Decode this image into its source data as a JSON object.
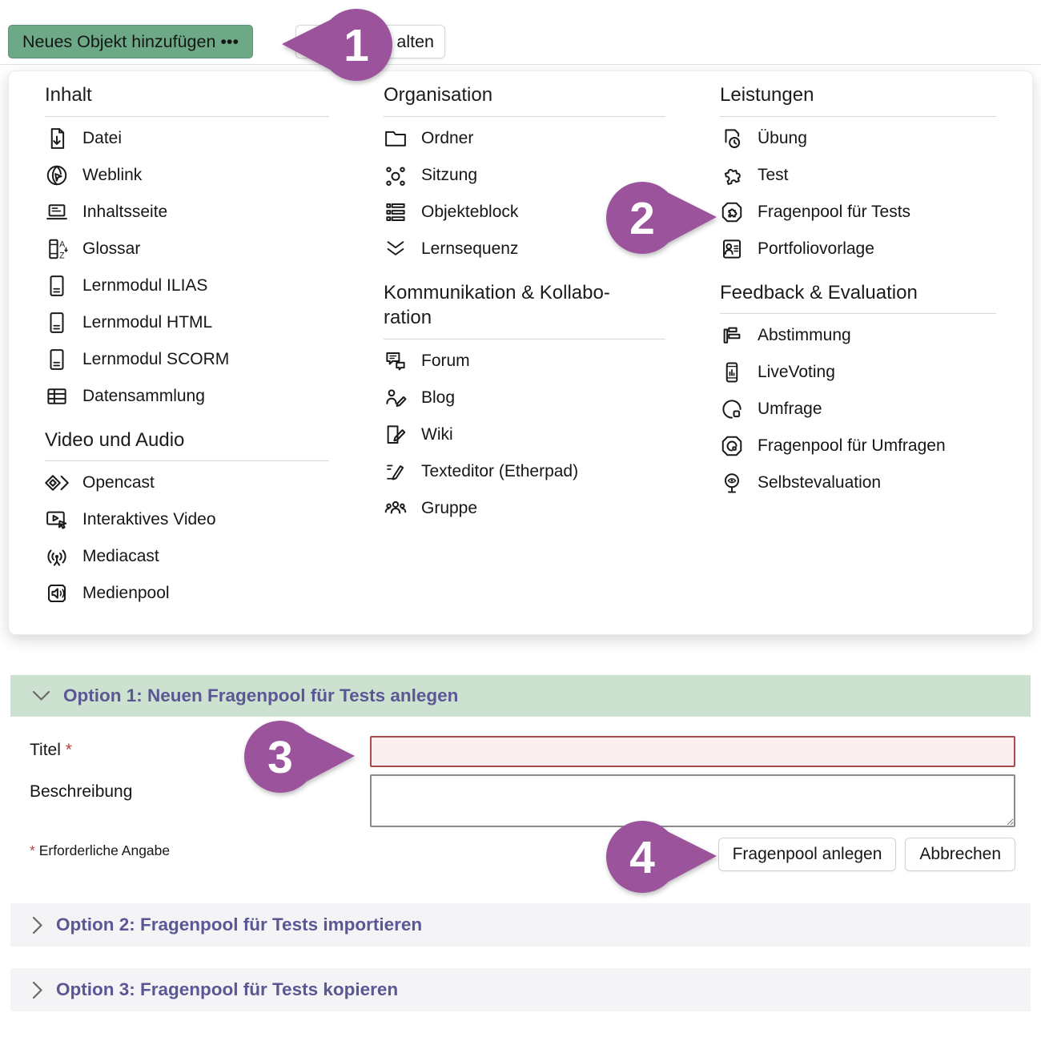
{
  "toolbar": {
    "add_button_label": "Neues Objekt hinzufügen •••",
    "secondary_button_visible_label": "alten"
  },
  "menu": {
    "inhalt": {
      "title": "Inhalt",
      "items": [
        {
          "label": "Datei",
          "icon": "file-download-icon"
        },
        {
          "label": "Weblink",
          "icon": "globe-icon"
        },
        {
          "label": "Inhaltsseite",
          "icon": "laptop-page-icon"
        },
        {
          "label": "Glossar",
          "icon": "glossary-az-icon"
        },
        {
          "label": "Lernmodul ILIAS",
          "icon": "learning-module-icon"
        },
        {
          "label": "Lernmodul HTML",
          "icon": "learning-module-icon"
        },
        {
          "label": "Lernmodul SCORM",
          "icon": "learning-module-icon"
        },
        {
          "label": "Datensammlung",
          "icon": "data-table-icon"
        }
      ]
    },
    "video": {
      "title": "Video und Audio",
      "items": [
        {
          "label": "Opencast",
          "icon": "opencast-diamond-icon"
        },
        {
          "label": "Interaktives Video",
          "icon": "interactive-video-icon"
        },
        {
          "label": "Mediacast",
          "icon": "broadcast-icon"
        },
        {
          "label": "Medienpool",
          "icon": "media-pool-speaker-icon"
        }
      ]
    },
    "organisation": {
      "title": "Organisation",
      "items": [
        {
          "label": "Ordner",
          "icon": "folder-icon"
        },
        {
          "label": "Sitzung",
          "icon": "session-network-icon"
        },
        {
          "label": "Objekteblock",
          "icon": "item-block-icon"
        },
        {
          "label": "Lernsequenz",
          "icon": "double-chevron-down-icon"
        }
      ]
    },
    "kommunikation": {
      "title": "Kommunikation & Kollabo­ration",
      "items": [
        {
          "label": "Forum",
          "icon": "forum-bubbles-icon"
        },
        {
          "label": "Blog",
          "icon": "blog-person-pencil-icon"
        },
        {
          "label": "Wiki",
          "icon": "wiki-page-pencil-icon"
        },
        {
          "label": "Texteditor (Etherpad)",
          "icon": "text-editor-pencil-icon"
        },
        {
          "label": "Gruppe",
          "icon": "group-people-icon"
        }
      ]
    },
    "leistungen": {
      "title": "Leistungen",
      "items": [
        {
          "label": "Übung",
          "icon": "exercise-clock-icon"
        },
        {
          "label": "Test",
          "icon": "puzzle-icon"
        },
        {
          "label": "Fragenpool für Tests",
          "icon": "puzzle-pool-icon"
        },
        {
          "label": "Portfoliovorlage",
          "icon": "portfolio-template-icon"
        }
      ]
    },
    "feedback": {
      "title": "Feedback & Evaluation",
      "items": [
        {
          "label": "Abstimmung",
          "icon": "poll-bars-icon"
        },
        {
          "label": "LiveVoting",
          "icon": "live-voting-phone-icon"
        },
        {
          "label": "Umfrage",
          "icon": "survey-pie-icon"
        },
        {
          "label": "Fragenpool für Umfragen",
          "icon": "survey-pool-icon"
        },
        {
          "label": "Selbstevaluation",
          "icon": "self-evaluation-eye-icon"
        }
      ]
    }
  },
  "callouts": {
    "c1": "1",
    "c2": "2",
    "c3": "3",
    "c4": "4"
  },
  "form": {
    "option1_title": "Option 1: Neuen Fragenpool für Tests anlegen",
    "title_label": "Titel",
    "required_marker": "*",
    "title_value": "",
    "description_label": "Beschreibung",
    "description_value": "",
    "required_note": "Erforderliche Angabe",
    "create_button_label": "Fragenpool anlegen",
    "cancel_button_label": "Abbrechen",
    "option2_title": "Option 2: Fragenpool für Tests importieren",
    "option3_title": "Option 3: Fragenpool für Tests kopieren"
  },
  "colors": {
    "add_button_green": "#6da887",
    "option1_header_green": "#cde1d1",
    "option_title_purple": "#5a5794",
    "collapsed_header_gray": "#f4f3f5",
    "callout_purple": "#9b549b",
    "error_red": "#a94a4d",
    "error_bg_pink": "#fbeeee"
  }
}
